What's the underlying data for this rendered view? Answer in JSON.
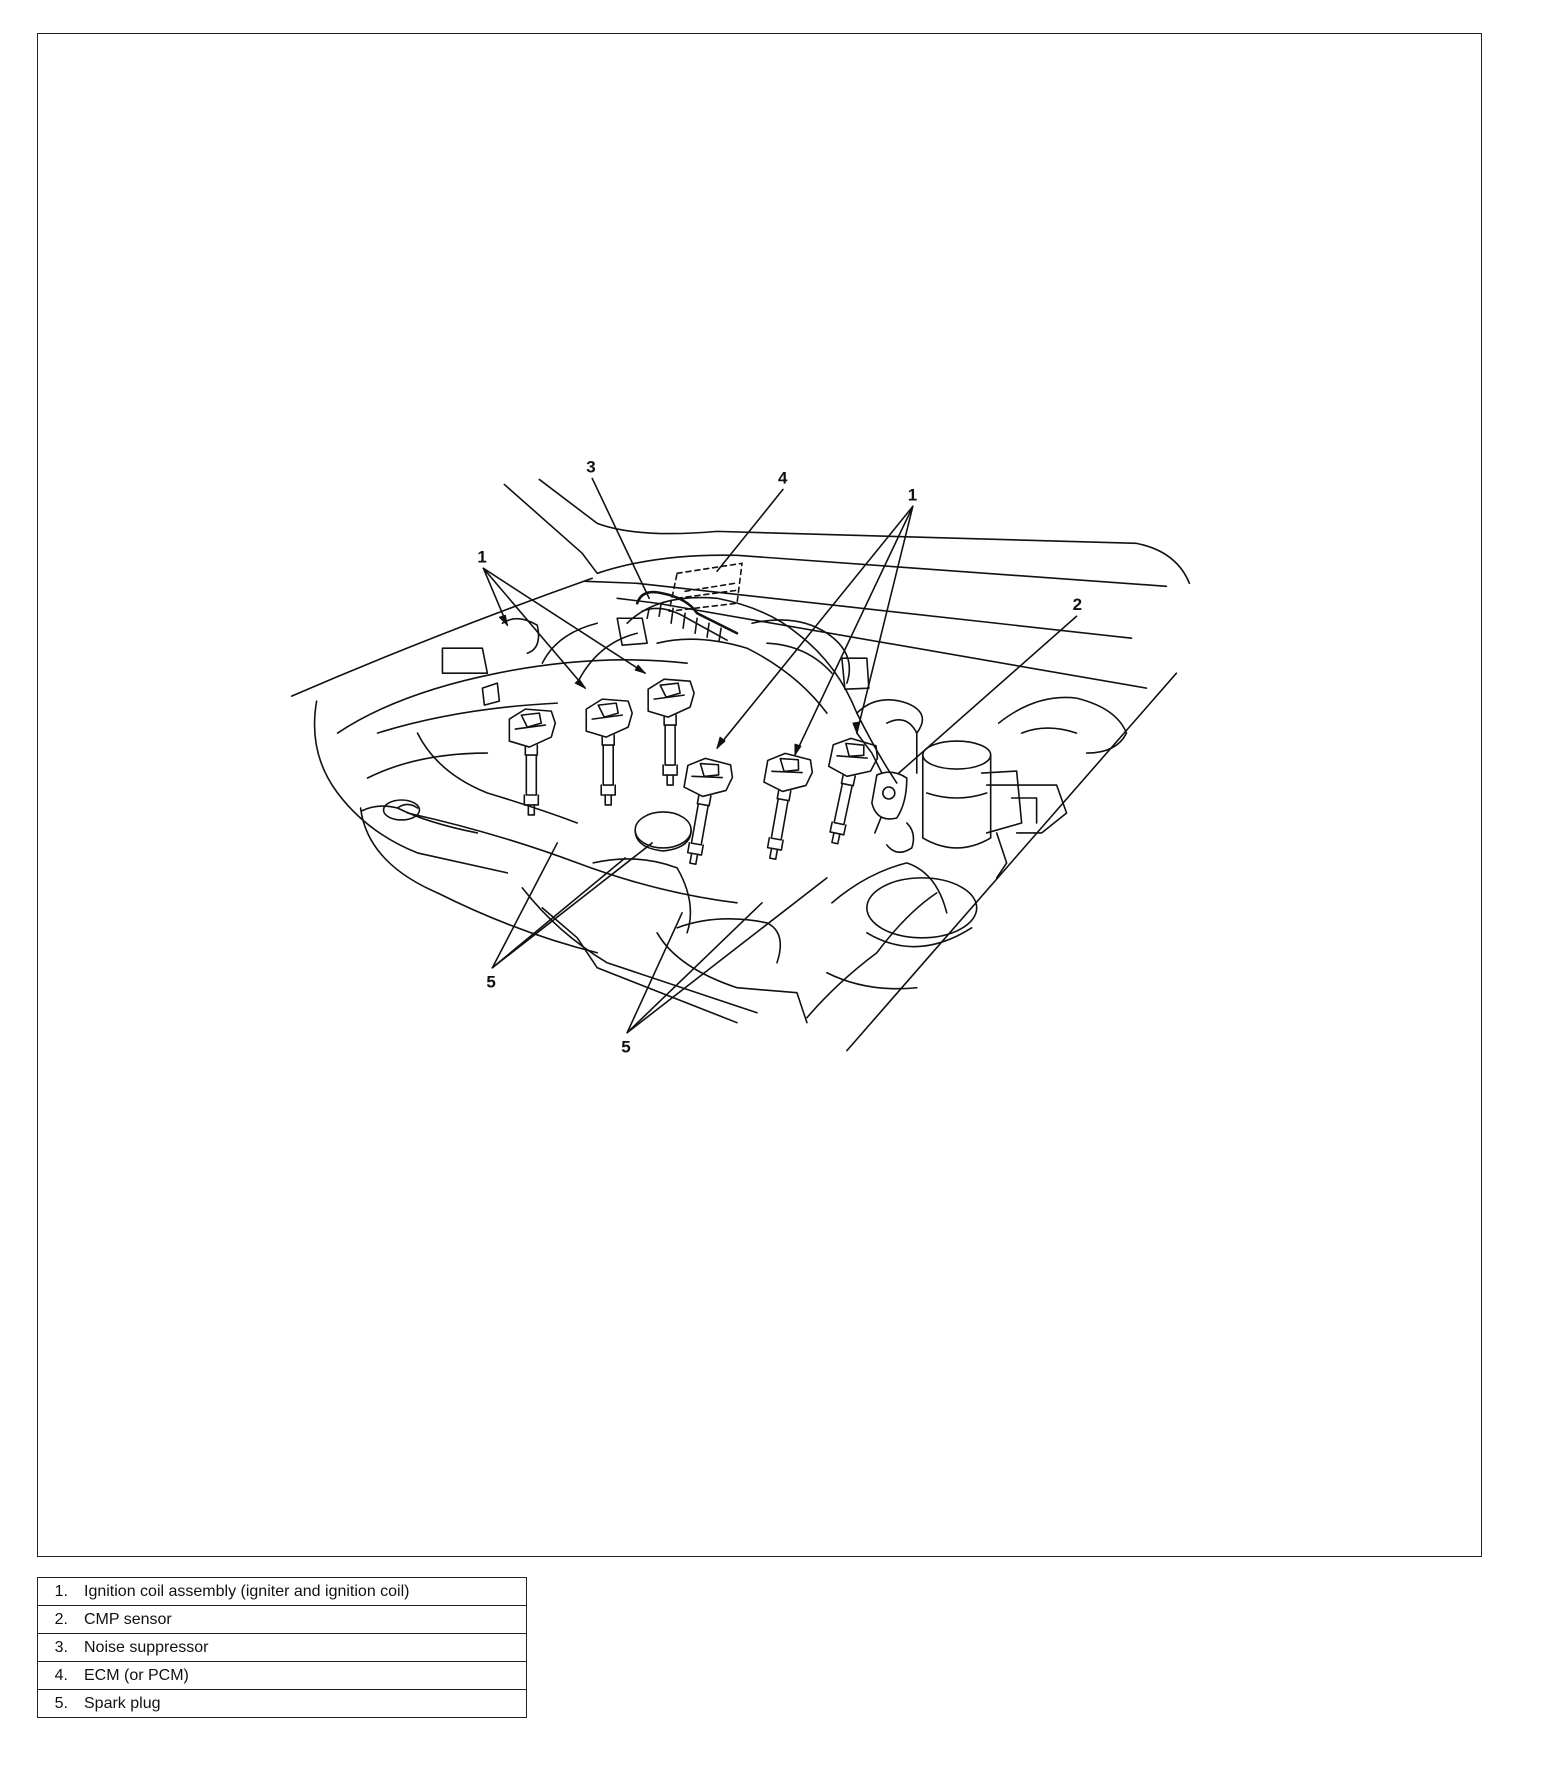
{
  "callouts": {
    "c1_left": "1",
    "c1_right": "1",
    "c2": "2",
    "c3": "3",
    "c4": "4",
    "c5_left": "5",
    "c5_right": "5"
  },
  "legend": [
    {
      "num": "1.",
      "text": "Ignition coil assembly (igniter and ignition coil)"
    },
    {
      "num": "2.",
      "text": "CMP sensor"
    },
    {
      "num": "3.",
      "text": "Noise suppressor"
    },
    {
      "num": "4.",
      "text": "ECM (or PCM)"
    },
    {
      "num": "5.",
      "text": "Spark plug"
    }
  ]
}
